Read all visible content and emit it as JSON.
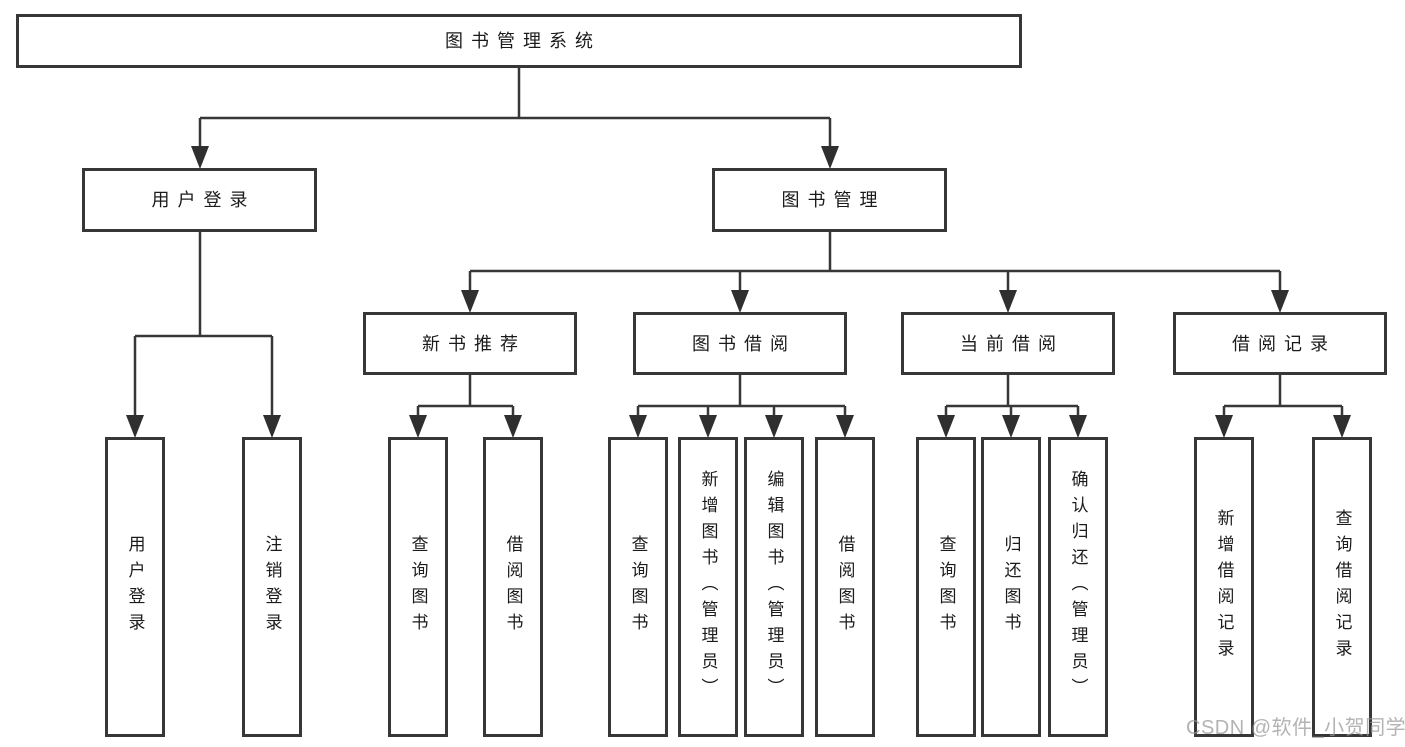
{
  "tree": {
    "label": "图书管理系统",
    "children": [
      {
        "label": "用户登录",
        "children": [
          {
            "label": "用户登录"
          },
          {
            "label": "注销登录"
          }
        ]
      },
      {
        "label": "图书管理",
        "children": [
          {
            "label": "新书推荐",
            "children": [
              {
                "label": "查询图书"
              },
              {
                "label": "借阅图书"
              }
            ]
          },
          {
            "label": "图书借阅",
            "children": [
              {
                "label": "查询图书"
              },
              {
                "label": "新增图书（管理员）"
              },
              {
                "label": "编辑图书（管理员）"
              },
              {
                "label": "借阅图书"
              }
            ]
          },
          {
            "label": "当前借阅",
            "children": [
              {
                "label": "查询图书"
              },
              {
                "label": "归还图书"
              },
              {
                "label": "确认归还（管理员）"
              }
            ]
          },
          {
            "label": "借阅记录",
            "children": [
              {
                "label": "新增借阅记录"
              },
              {
                "label": "查询借阅记录"
              }
            ]
          }
        ]
      }
    ]
  },
  "watermark": {
    "text": "CSDN @软件_小贺同学"
  },
  "colors": {
    "line": "#373737",
    "box_border": "#373737",
    "box_fill": "#ffffff",
    "text": "#1b1b1b",
    "background": "#ffffff",
    "watermark": "#a8a8a8"
  }
}
